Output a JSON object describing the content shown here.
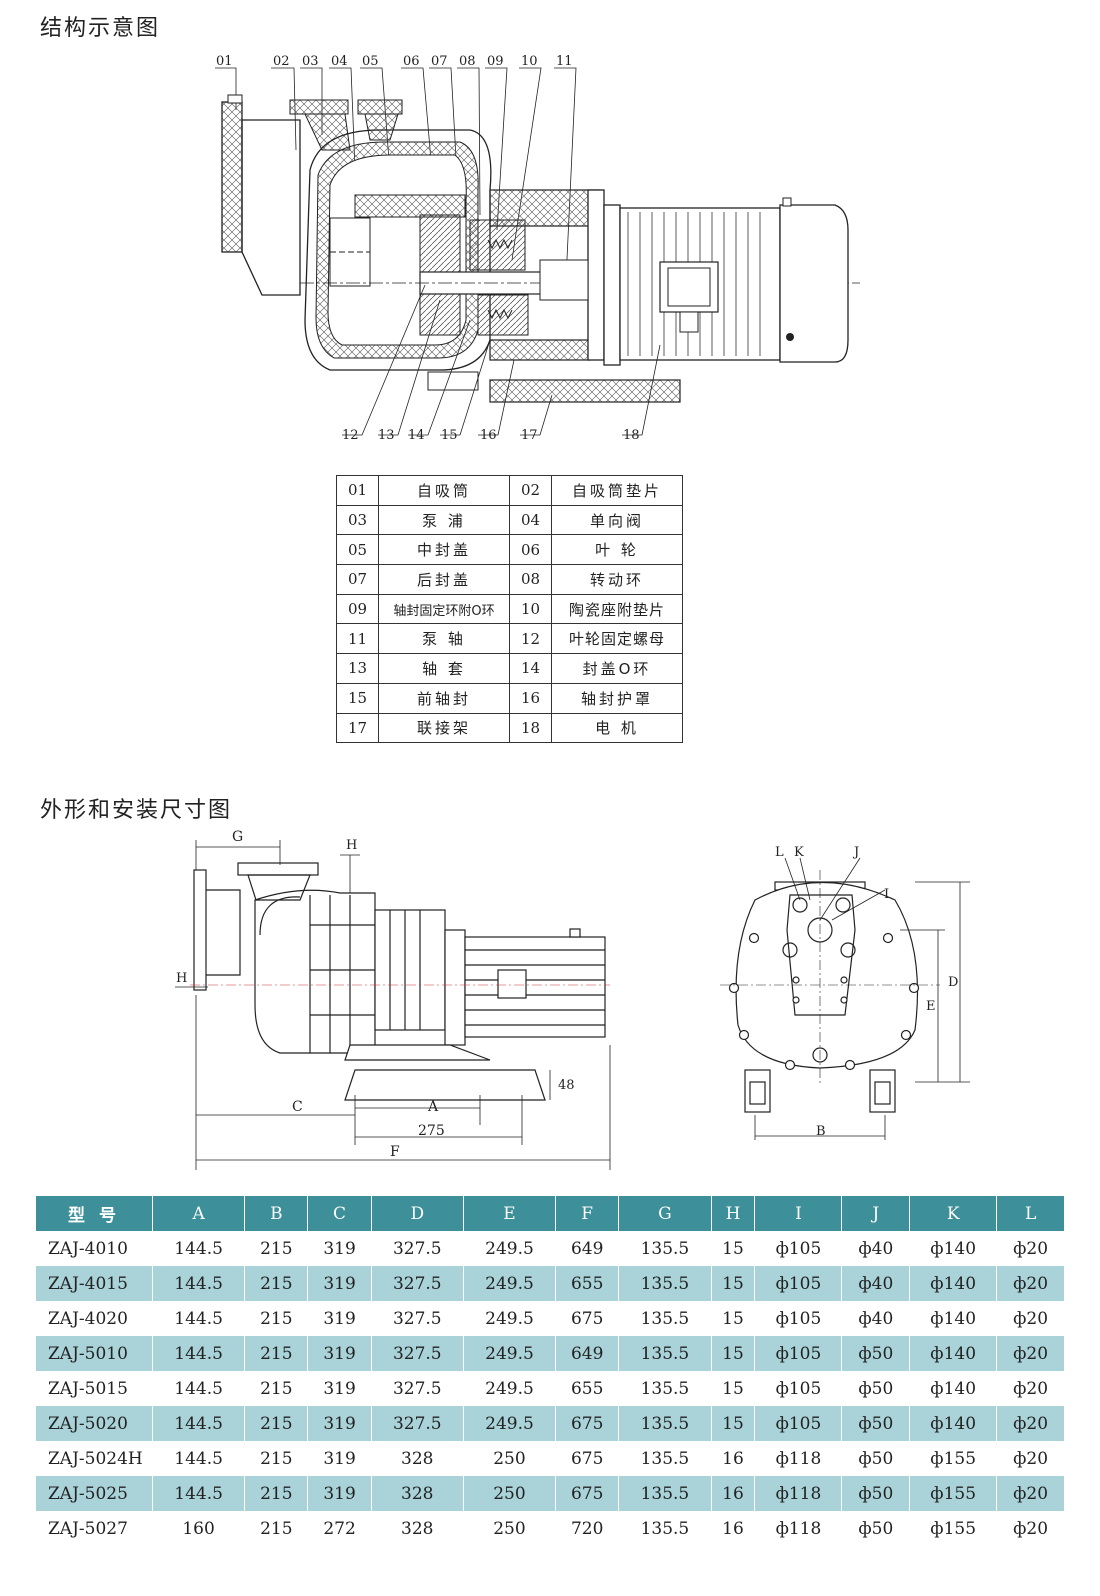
{
  "titles": {
    "structure": "结构示意图",
    "dimensions": "外形和安装尺寸图"
  },
  "callouts_top": [
    "01",
    "02",
    "03",
    "04",
    "05",
    "06",
    "07",
    "08",
    "09",
    "10",
    "11"
  ],
  "callouts_bottom": [
    "12",
    "13",
    "14",
    "15",
    "16",
    "17",
    "18"
  ],
  "parts": [
    {
      "no": "01",
      "name": "自吸筒",
      "no2": "02",
      "name2": "自吸筒垫片"
    },
    {
      "no": "03",
      "name": "泵  浦",
      "no2": "04",
      "name2": "单向阀"
    },
    {
      "no": "05",
      "name": "中封盖",
      "no2": "06",
      "name2": "叶  轮"
    },
    {
      "no": "07",
      "name": "后封盖",
      "no2": "08",
      "name2": "转动环"
    },
    {
      "no": "09",
      "name": "轴封固定环附O环",
      "no2": "10",
      "name2": "陶瓷座附垫片"
    },
    {
      "no": "11",
      "name": "泵  轴",
      "no2": "12",
      "name2": "叶轮固定螺母"
    },
    {
      "no": "13",
      "name": "轴  套",
      "no2": "14",
      "name2": "封盖O环"
    },
    {
      "no": "15",
      "name": "前轴封",
      "no2": "16",
      "name2": "轴封护罩"
    },
    {
      "no": "17",
      "name": "联接架",
      "no2": "18",
      "name2": "电  机"
    }
  ],
  "dim_labels": {
    "G": "G",
    "H_top": "H",
    "H_left": "H",
    "C": "C",
    "A": "A",
    "base275": "275",
    "F": "F",
    "h48": "48",
    "L": "L",
    "K": "K",
    "J": "J",
    "I": "I",
    "D": "D",
    "E": "E",
    "B": "B"
  },
  "spec_headers": [
    "型 号",
    "A",
    "B",
    "C",
    "D",
    "E",
    "F",
    "G",
    "H",
    "I",
    "J",
    "K",
    "L"
  ],
  "spec_rows": [
    [
      "ZAJ-4010",
      "144.5",
      "215",
      "319",
      "327.5",
      "249.5",
      "649",
      "135.5",
      "15",
      "ф105",
      "ф40",
      "ф140",
      "ф20"
    ],
    [
      "ZAJ-4015",
      "144.5",
      "215",
      "319",
      "327.5",
      "249.5",
      "655",
      "135.5",
      "15",
      "ф105",
      "ф40",
      "ф140",
      "ф20"
    ],
    [
      "ZAJ-4020",
      "144.5",
      "215",
      "319",
      "327.5",
      "249.5",
      "675",
      "135.5",
      "15",
      "ф105",
      "ф40",
      "ф140",
      "ф20"
    ],
    [
      "ZAJ-5010",
      "144.5",
      "215",
      "319",
      "327.5",
      "249.5",
      "649",
      "135.5",
      "15",
      "ф105",
      "ф50",
      "ф140",
      "ф20"
    ],
    [
      "ZAJ-5015",
      "144.5",
      "215",
      "319",
      "327.5",
      "249.5",
      "655",
      "135.5",
      "15",
      "ф105",
      "ф50",
      "ф140",
      "ф20"
    ],
    [
      "ZAJ-5020",
      "144.5",
      "215",
      "319",
      "327.5",
      "249.5",
      "675",
      "135.5",
      "15",
      "ф105",
      "ф50",
      "ф140",
      "ф20"
    ],
    [
      "ZAJ-5024H",
      "144.5",
      "215",
      "319",
      "328",
      "250",
      "675",
      "135.5",
      "16",
      "ф118",
      "ф50",
      "ф155",
      "ф20"
    ],
    [
      "ZAJ-5025",
      "144.5",
      "215",
      "319",
      "328",
      "250",
      "675",
      "135.5",
      "16",
      "ф118",
      "ф50",
      "ф155",
      "ф20"
    ],
    [
      "ZAJ-5027",
      "160",
      "215",
      "272",
      "328",
      "250",
      "720",
      "135.5",
      "16",
      "ф118",
      "ф50",
      "ф155",
      "ф20"
    ]
  ]
}
